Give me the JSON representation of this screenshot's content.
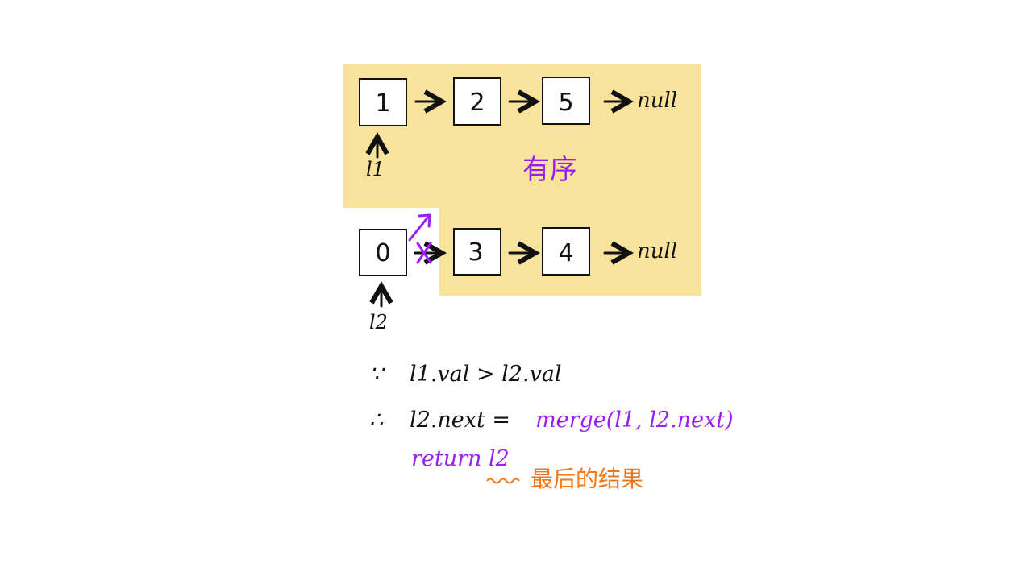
{
  "colors": {
    "highlight": "#f8e39c",
    "ink": "#111111",
    "purple": "#9b1ff0",
    "orange": "#f07818"
  },
  "list1": {
    "nodes": [
      "1",
      "2",
      "5"
    ],
    "terminal": "null",
    "pointer": "l1"
  },
  "list2": {
    "nodes": [
      "0",
      "3",
      "4"
    ],
    "terminal": "null",
    "pointer": "l2"
  },
  "region_label": "有序",
  "lines": {
    "because_symbol": "∵",
    "because_text": "l1.val > l2.val",
    "therefore_symbol": "∴",
    "therefore_lhs": "l2.next =",
    "therefore_rhs": "merge(l1, l2.next)",
    "return_text": "return l2",
    "result_note": "最后的结果"
  }
}
